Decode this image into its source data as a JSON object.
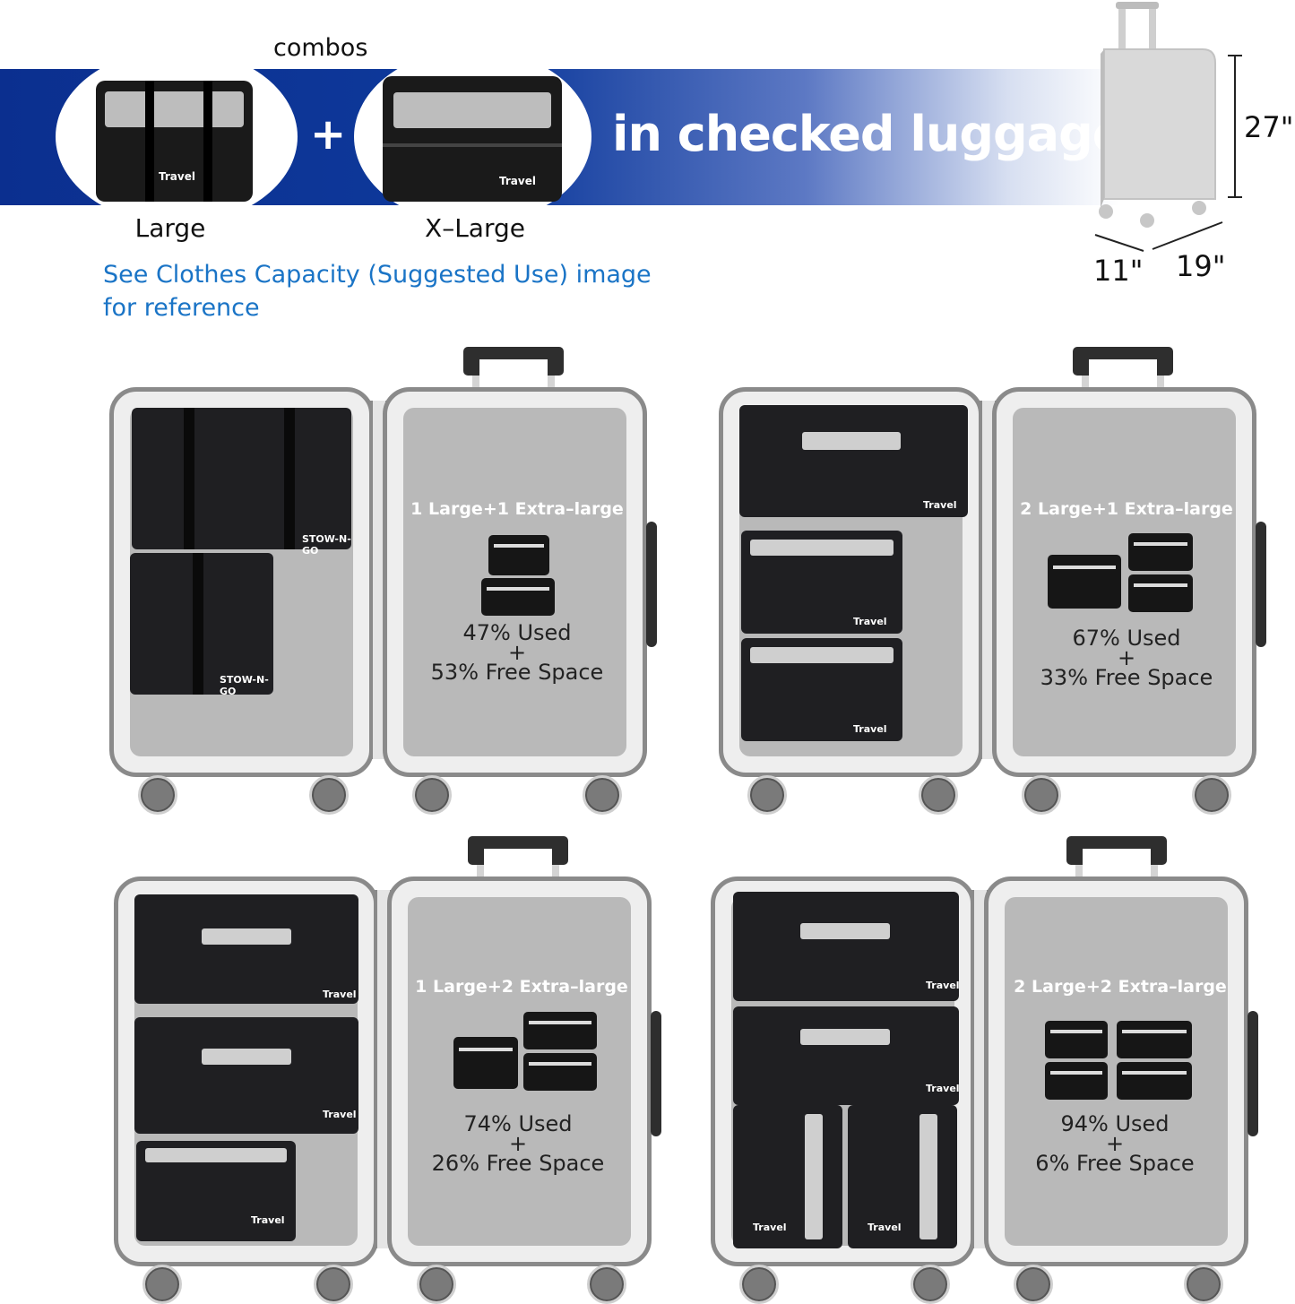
{
  "header": {
    "combos_label": "combos",
    "plus": "+",
    "headline": "in checked luggage",
    "large_label": "Large",
    "xlarge_label": "X–Large",
    "bag_brand": "Travel",
    "note_line1": "See Clothes Capacity (Suggested Use) image",
    "note_line2": "for reference"
  },
  "dimensions": {
    "height": "27\"",
    "depth": "11\"",
    "width": "19\""
  },
  "colors": {
    "banner": "#0e3a9c",
    "note": "#1a74c6",
    "shell": "#eeeeee",
    "lining": "#b9b9b9"
  },
  "combos": [
    {
      "num1": "1",
      "part1": "Large+",
      "num2": "1",
      "part2": "Extra–large",
      "used": "47% Used",
      "plus": "+",
      "free": "53% Free Space",
      "stamp": "STOW-N-GO"
    },
    {
      "num1": "2",
      "part1": "Large+",
      "num2": "1",
      "part2": "Extra–large",
      "used": "67% Used",
      "plus": "+",
      "free": "33% Free Space",
      "stamp": "Travel"
    },
    {
      "num1": "1",
      "part1": "Large+",
      "num2": "2",
      "part2": "Extra–large",
      "used": "74% Used",
      "plus": "+",
      "free": "26% Free Space",
      "stamp": "Travel"
    },
    {
      "num1": "2",
      "part1": "Large+",
      "num2": "2",
      "part2": "Extra–large",
      "used": "94% Used",
      "plus": "+",
      "free": "6% Free Space",
      "stamp": "Travel"
    }
  ]
}
